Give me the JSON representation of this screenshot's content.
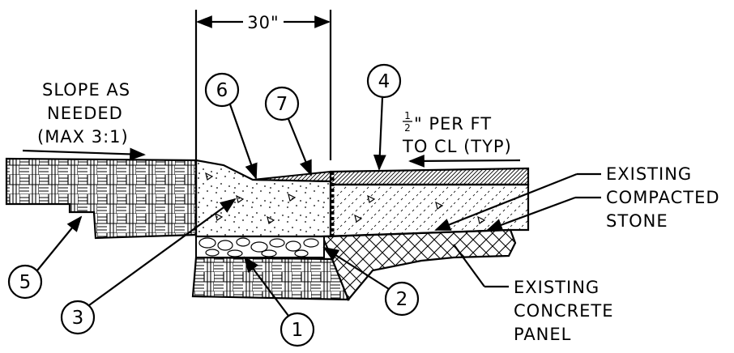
{
  "dimension": {
    "label": "30\""
  },
  "notes": {
    "slope": [
      "SLOPE AS",
      "NEEDED",
      "(MAX 3:1)"
    ],
    "pitch_fraction": {
      "num": "1",
      "den": "2"
    },
    "pitch": [
      "\" PER FT",
      "TO CL (TYP)"
    ],
    "existing_stone": [
      "EXISTING",
      "COMPACTED",
      "STONE"
    ],
    "existing_panel": [
      "EXISTING",
      "CONCRETE",
      "PANEL"
    ]
  },
  "callouts": [
    "1",
    "2",
    "3",
    "4",
    "5",
    "6",
    "7"
  ]
}
